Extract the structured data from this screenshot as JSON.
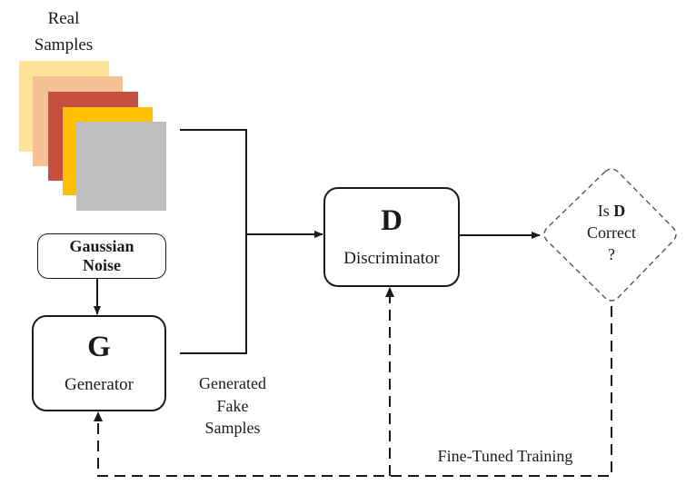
{
  "real_samples": {
    "label_line1": "Real",
    "label_line2": "Samples",
    "colors": [
      "#FFE29A",
      "#F6C195",
      "#C5503F",
      "#FFC000",
      "#BFBFBF"
    ]
  },
  "gaussian_noise": {
    "line1": "Gaussian",
    "line2": "Noise"
  },
  "generator": {
    "symbol": "G",
    "name": "Generator"
  },
  "discriminator": {
    "symbol": "D",
    "name": "Discriminator"
  },
  "decision": {
    "prefix": "Is ",
    "symbol": "D",
    "line2": "Correct",
    "line3": "?"
  },
  "generated_fake_samples": {
    "line1": "Generated",
    "line2": "Fake",
    "line3": "Samples"
  },
  "feedback_label": "Fine-Tuned Training",
  "colors": {
    "stroke": "#1a1a1a",
    "dashed_stroke": "#555555",
    "background": "#ffffff"
  }
}
